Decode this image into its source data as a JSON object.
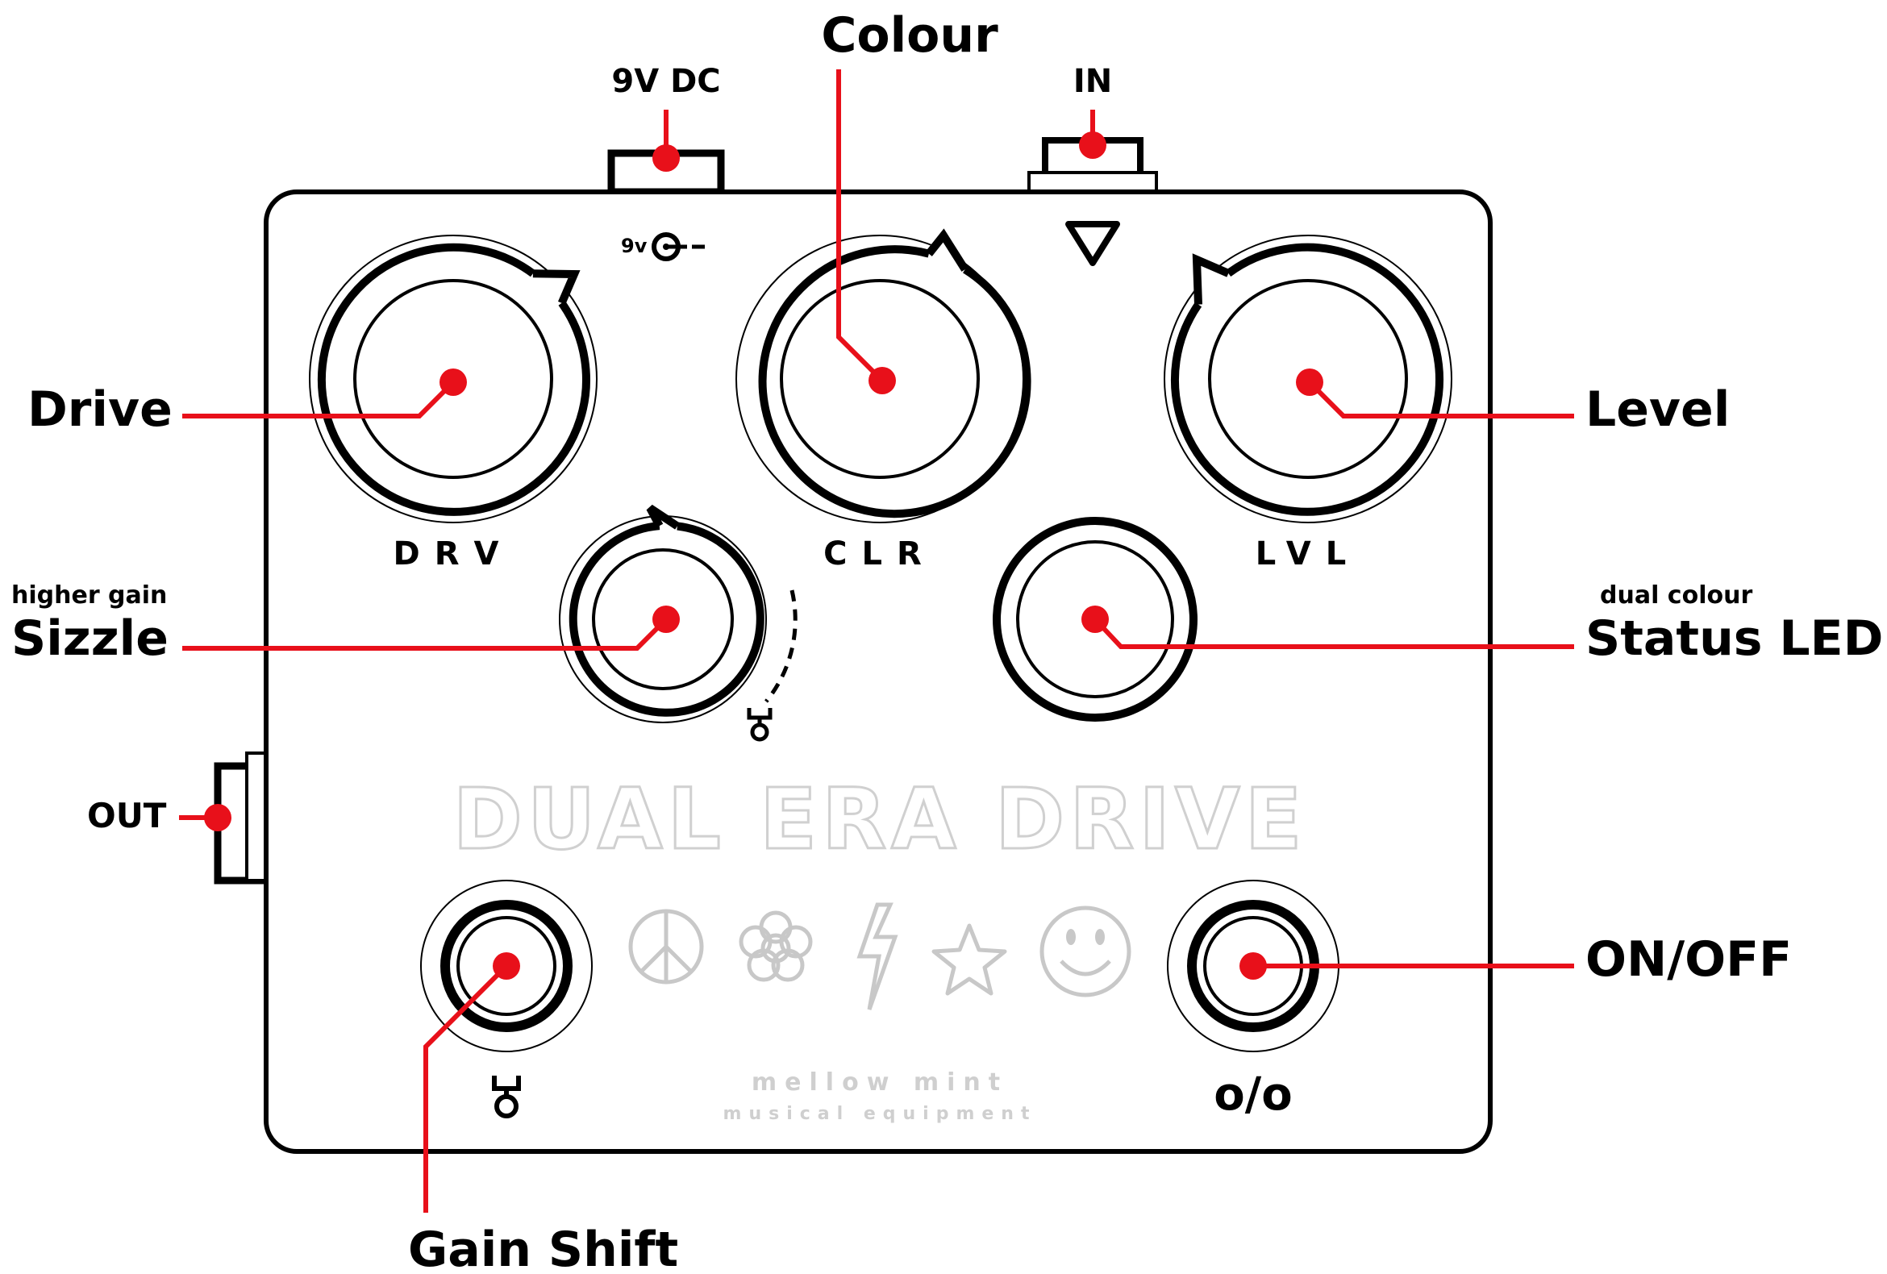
{
  "callouts": {
    "power": "9V DC",
    "colour": "Colour",
    "input": "IN",
    "drive": "Drive",
    "level": "Level",
    "sizzle_note": "higher gain",
    "sizzle": "Sizzle",
    "led_note": "dual colour",
    "status_led": "Status LED",
    "output": "OUT",
    "on_off": "ON/OFF",
    "gain_shift": "Gain Shift"
  },
  "panel": {
    "power_marking": "9v",
    "drive_label": "DRV",
    "colour_label": "CLR",
    "level_label": "LVL",
    "brand_name": "DUAL ERA DRIVE",
    "maker_line1": "mellow mint",
    "maker_line2": "musical equipment",
    "onoff_symbol": "o/o"
  },
  "icons": [
    "peace-icon",
    "flower-icon",
    "lightning-icon",
    "star-icon",
    "smiley-icon",
    "footswitch-icon",
    "input-triangle-icon",
    "dc-barrel-icon"
  ],
  "colors": {
    "callout": "#e8101a",
    "outline": "#000000",
    "watermark": "#cfcfcf"
  }
}
